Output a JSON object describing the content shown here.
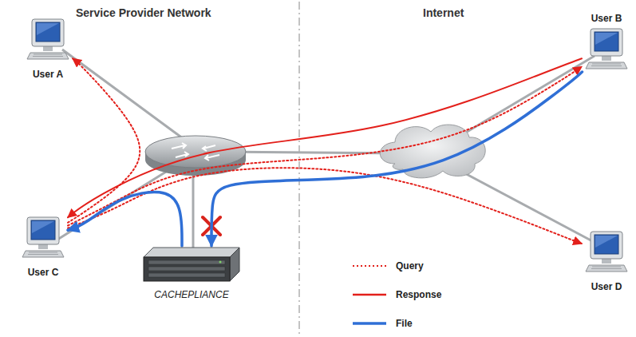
{
  "diagram": {
    "nodes": [
      {
        "text": [
          "User A"
        ]
      },
      {
        "text": [
          "User B"
        ]
      },
      {
        "text": [
          "User C"
        ]
      },
      {
        "text": [
          "User D"
        ]
      },
      {
        "text": [
          "CACHEPLIANCE"
        ]
      }
    ],
    "edges": [
      {
        "from": 2,
        "to": 0,
        "arrow": "to"
      },
      {
        "from": 2,
        "to": 1,
        "arrow": "to"
      },
      {
        "from": 2,
        "to": 3,
        "arrow": "to"
      },
      {
        "from": 1,
        "to": 2,
        "arrow": "to"
      },
      {
        "from": 1,
        "to": 4,
        "arrow": "to"
      },
      {
        "from": 4,
        "to": 2,
        "arrow": "to"
      }
    ],
    "labels": [
      "Service Provider Network",
      "Internet"
    ],
    "legend": [
      {
        "text": "Query"
      },
      {
        "text": "Response"
      },
      {
        "text": "File"
      }
    ]
  }
}
